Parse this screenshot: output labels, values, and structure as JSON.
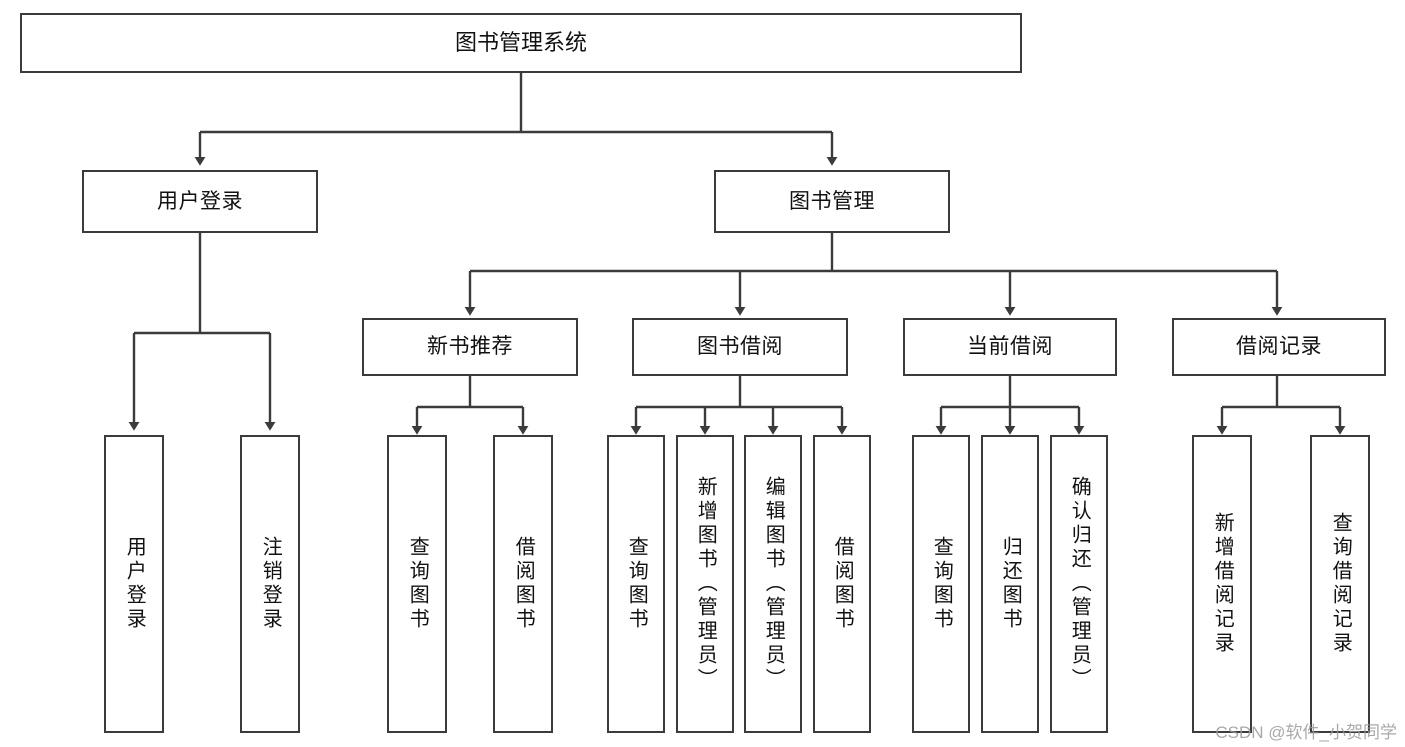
{
  "diagram": {
    "title": "图书管理系统",
    "type": "tree",
    "stroke_color": "#3b3b3b",
    "fill_color": "#ffffff",
    "text_color": "#111111"
  },
  "root": {
    "label": "图书管理系统"
  },
  "level1": [
    {
      "label": "用户登录"
    },
    {
      "label": "图书管理"
    }
  ],
  "level2": [
    {
      "label": "新书推荐"
    },
    {
      "label": "图书借阅"
    },
    {
      "label": "当前借阅"
    },
    {
      "label": "借阅记录"
    }
  ],
  "leaves": {
    "user_login": [
      {
        "label": "用户登录"
      },
      {
        "label": "注销登录"
      }
    ],
    "new_book": [
      {
        "label": "查询图书"
      },
      {
        "label": "借阅图书"
      }
    ],
    "borrow": [
      {
        "label": "查询图书"
      },
      {
        "label": "新增图书（管理员）"
      },
      {
        "label": "编辑图书（管理员）"
      },
      {
        "label": "借阅图书"
      }
    ],
    "current": [
      {
        "label": "查询图书"
      },
      {
        "label": "归还图书"
      },
      {
        "label": "确认归还（管理员）"
      }
    ],
    "records": [
      {
        "label": "新增借阅记录"
      },
      {
        "label": "查询借阅记录"
      }
    ]
  },
  "watermark": {
    "text": "CSDN @软件_小贺同学"
  }
}
